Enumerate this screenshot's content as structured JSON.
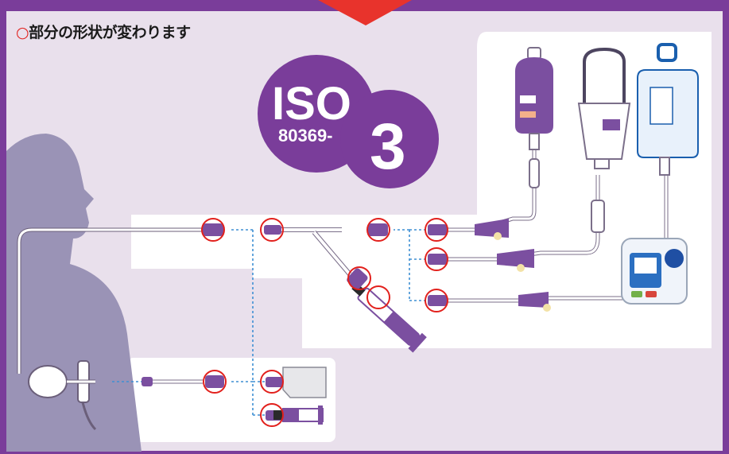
{
  "caption": {
    "mark": "○",
    "text": "部分の形状が変わります"
  },
  "iso_logo": {
    "line1": "ISO",
    "line2": "80369-",
    "part": "3"
  },
  "colors": {
    "frame": "#7a3d9a",
    "background": "#e9e0ec",
    "panel": "#ffffff",
    "highlight_circle": "#e2201c",
    "connector": "#7b4fa0",
    "arrow": "#e8332c"
  },
  "diagram": {
    "highlighted_connections": 11,
    "sources": [
      "feeding-bottle",
      "feeding-bag-with-handle",
      "drip-bag",
      "enteral-feeding-pump"
    ]
  }
}
